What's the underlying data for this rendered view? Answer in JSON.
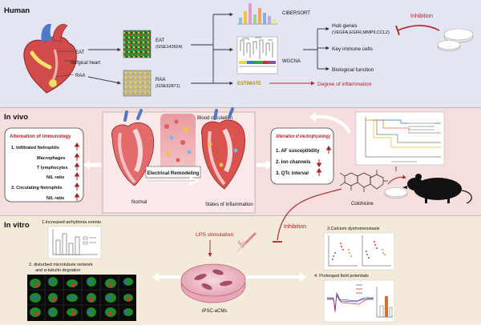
{
  "colors": {
    "human_bg": "#e3e5f2",
    "invivo_bg": "#f6dede",
    "invitro_bg": "#f4ead9",
    "inhibition_red": "#b21f24",
    "arrow_red": "#a33030",
    "heart_red": "#d24b4b",
    "vessel_blue": "#4f78c8"
  },
  "human": {
    "section_label": "Human",
    "heart_labels": {
      "eat": "EAT",
      "surgical_heart": "Surgical heart",
      "raa": "RAA"
    },
    "datasets": {
      "eat_name": "EAT",
      "eat_id": "(GSE143924)",
      "raa_name": "RAA",
      "raa_id": "(GSE62871)"
    },
    "methods": {
      "cibersort": "CIBERSORT",
      "wgcna": "WGCNA",
      "estimate": "ESTIMATE"
    },
    "results": {
      "hub_genes": "Hub genes",
      "hub_genes_list": "(VEGFA,EGFR,MMP9,CCL2)",
      "key_immune_cells": "Key immune cells",
      "biological_function": "Biological function",
      "degree_inflammation": "Degree of inflammation"
    },
    "inhibition": "Inhibition"
  },
  "invivo": {
    "section_label": "In vivo",
    "immunology_box": {
      "title": "Alternation of immunology",
      "items": [
        "1. Infiltrated  Netrophils",
        "Macrophages",
        "T lymphocytes",
        "N/L  ratio",
        "2. Circulating Netrophils",
        "N/L  ratio"
      ]
    },
    "center": {
      "blood_circulation": "Blood circulation",
      "electrical_remodeling": "Electrical Remodeling",
      "normal": "Normal",
      "states_inflammation": "States of Inflammation"
    },
    "electro_box": {
      "title": "Alternation of electrophysiology",
      "items": [
        "1. AF susceptibility",
        "2. Ion channels",
        "3. QTc interval"
      ]
    },
    "colchicine": "Colchicine"
  },
  "invitro": {
    "section_label": "In vitro",
    "panel1": "1.Increased arrhythmia events",
    "panel2_line1": "2. disturbed microtubule network",
    "panel2_line2": "and α-tubulin degration",
    "lps": "LPS stimulation",
    "inhibition": "Inhibition",
    "ipsc": "iPSC-aCMs",
    "panel3": "3.Calcium dyshomeostasis",
    "panel4": "4. Prolonged field potentials"
  }
}
